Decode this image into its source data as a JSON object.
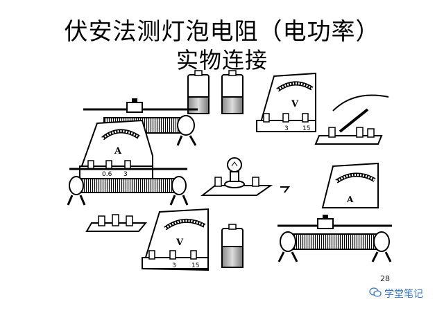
{
  "slide": {
    "title_line1": "伏安法测灯泡电阻（电功率）",
    "title_line2": "实物连接",
    "page_number": "28",
    "brand": "学堂笔记"
  },
  "meters": {
    "ammeter_symbol": "A",
    "voltmeter_symbol": "V",
    "ammeter_scale": "- 0.6 3",
    "voltmeter_scale": "- 3 15",
    "voltmeter_3": "3",
    "voltmeter_15": "15",
    "ammeter_06": "0.6",
    "ammeter_3": "3"
  }
}
